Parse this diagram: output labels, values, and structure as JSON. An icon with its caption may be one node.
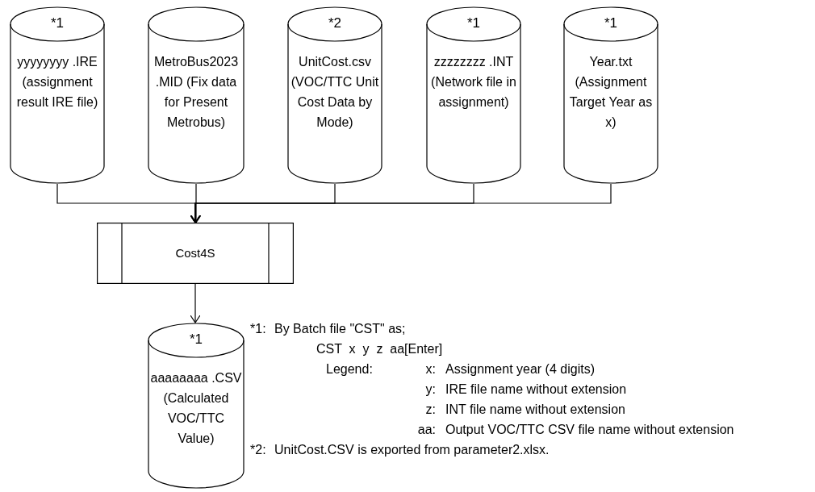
{
  "diagram": {
    "nodes": [
      {
        "text": [
          "*1",
          "yyyyyyyy .IRE (assignment result IRE file)"
        ]
      },
      {
        "text": [
          "MetroBus2023 .MID (Fix data for Present Metrobus)"
        ]
      },
      {
        "text": [
          "*2",
          "UnitCost.csv (VOC/TTC Unit Cost Data by Mode)"
        ]
      },
      {
        "text": [
          "*1",
          "zzzzzzzz .INT (Network file in assignment)"
        ]
      },
      {
        "text": [
          "*1",
          "Year.txt (Assignment Target Year as x)"
        ]
      },
      {
        "text": [
          "Cost4S"
        ]
      },
      {
        "text": [
          "*1",
          "aaaaaaaa .CSV (Calculated VOC/TTC Value)"
        ]
      }
    ],
    "edges": [
      {
        "from": 0,
        "to": 5,
        "arrow": "to"
      },
      {
        "from": 1,
        "to": 5,
        "arrow": "to"
      },
      {
        "from": 2,
        "to": 5,
        "arrow": "to"
      },
      {
        "from": 3,
        "to": 5,
        "arrow": "to"
      },
      {
        "from": 4,
        "to": 5,
        "arrow": "to"
      },
      {
        "from": 5,
        "to": 6,
        "arrow": "to"
      }
    ],
    "labels": [
      "*1:",
      "By Batch file \"CST\" as;",
      "CST  x  y  z  aa[Enter]",
      "Legend:",
      "x:",
      "Assignment year (4 digits)",
      "y:",
      "IRE file name without extension",
      "z:",
      "INT file name without extension",
      "aa:",
      "Output VOC/TTC CSV file name without extension",
      "*2:",
      "UnitCost.CSV is exported from parameter2.xlsx."
    ]
  }
}
